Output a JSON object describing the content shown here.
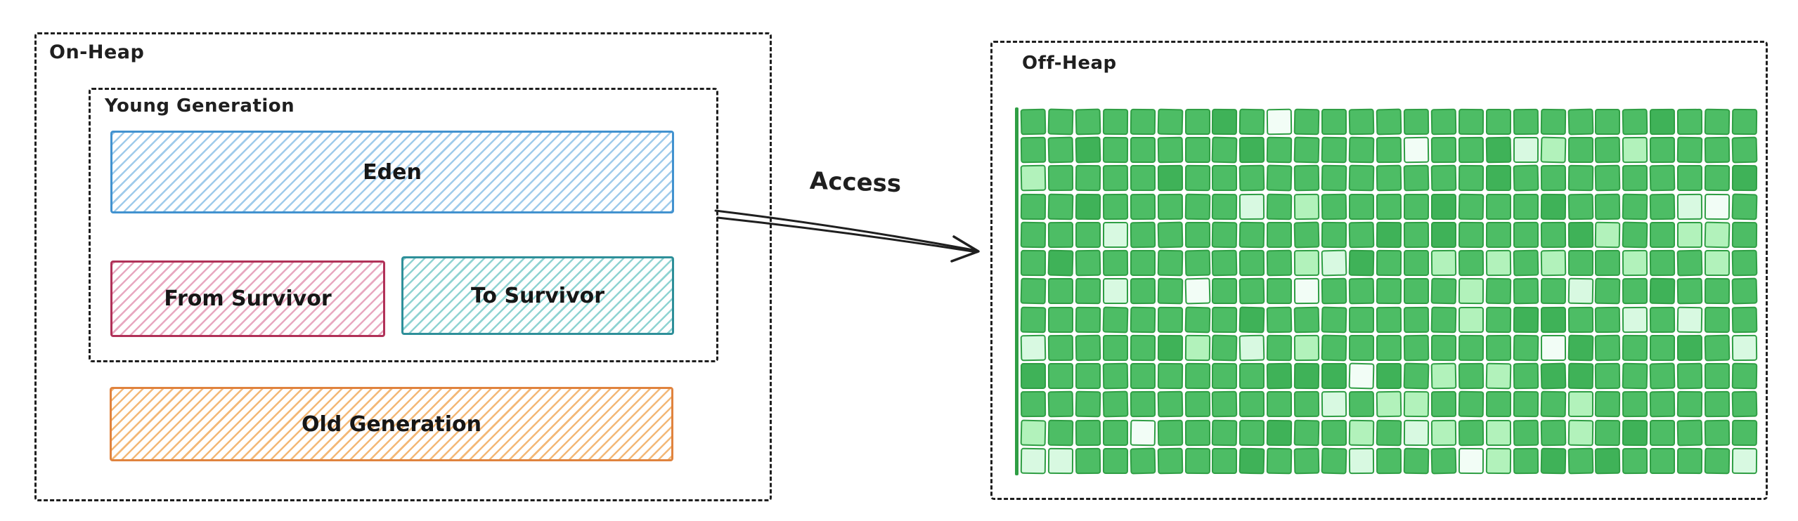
{
  "onheap": {
    "label": "On-Heap",
    "young_generation": {
      "label": "Young Generation",
      "eden": "Eden",
      "from_survivor": "From Survivor",
      "to_survivor": "To Survivor"
    },
    "old_generation": "Old Generation"
  },
  "arrow": {
    "label": "Access"
  },
  "offheap": {
    "label": "Off-Heap",
    "grid": {
      "rows": 13,
      "cols": 27,
      "seed": 12,
      "stroke": "#2f9e44",
      "cells": [
        {
          "fill": "#4dbd65",
          "weight": 0.7
        },
        {
          "fill": "#3fb258",
          "weight": 0.11
        },
        {
          "fill": "#b2f2bb",
          "weight": 0.1
        },
        {
          "fill": "#d8f9e1",
          "weight": 0.05
        },
        {
          "fill": "#f2fdf6",
          "weight": 0.04
        }
      ]
    }
  },
  "colors": {
    "ink": "#1f1f1f",
    "eden_stroke": "#4292cf",
    "eden_hatch": "#9fcbeb",
    "from_stroke": "#b03158",
    "from_hatch": "#e8a8c0",
    "to_stroke": "#2e8f99",
    "to_hatch": "#8fd3d2",
    "old_stroke": "#e0833e",
    "old_hatch": "#f3b877",
    "grid_edge": "#2f9e44"
  }
}
